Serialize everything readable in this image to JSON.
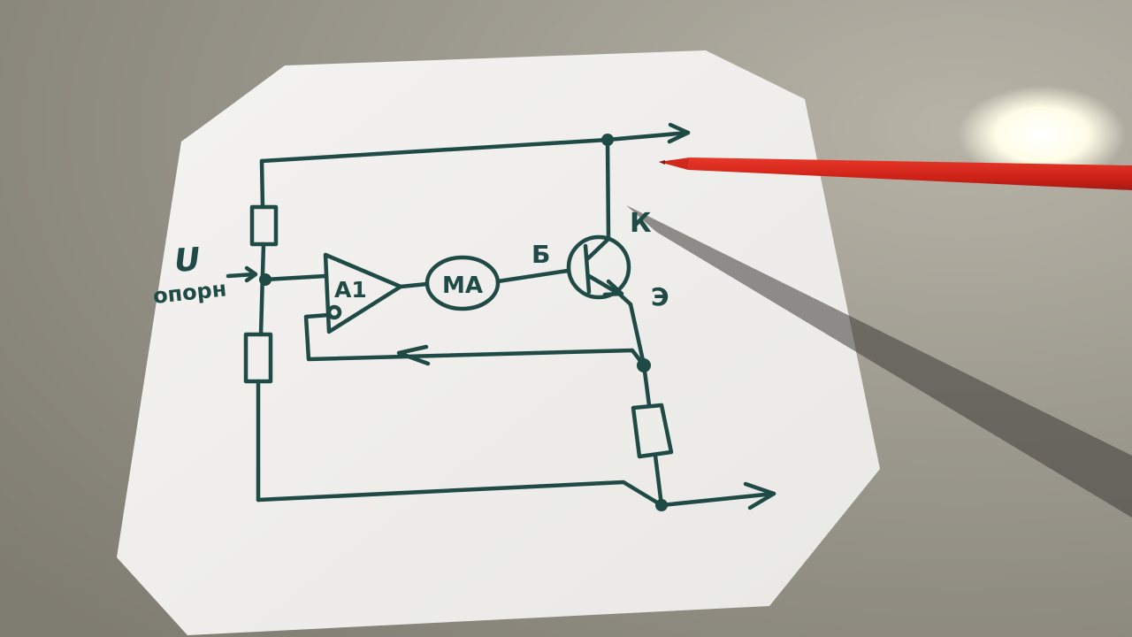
{
  "diagram": {
    "labels": {
      "ref_symbol": "U",
      "ref_word": "опорн",
      "opamp": "A1",
      "meter": "MA",
      "base": "Б",
      "collector": "К",
      "emitter": "Э"
    },
    "colors": {
      "ink": "#1f4a45",
      "paper": "#f3f2ef",
      "table": "#8e8b80",
      "pencil": "#d8261c"
    }
  }
}
